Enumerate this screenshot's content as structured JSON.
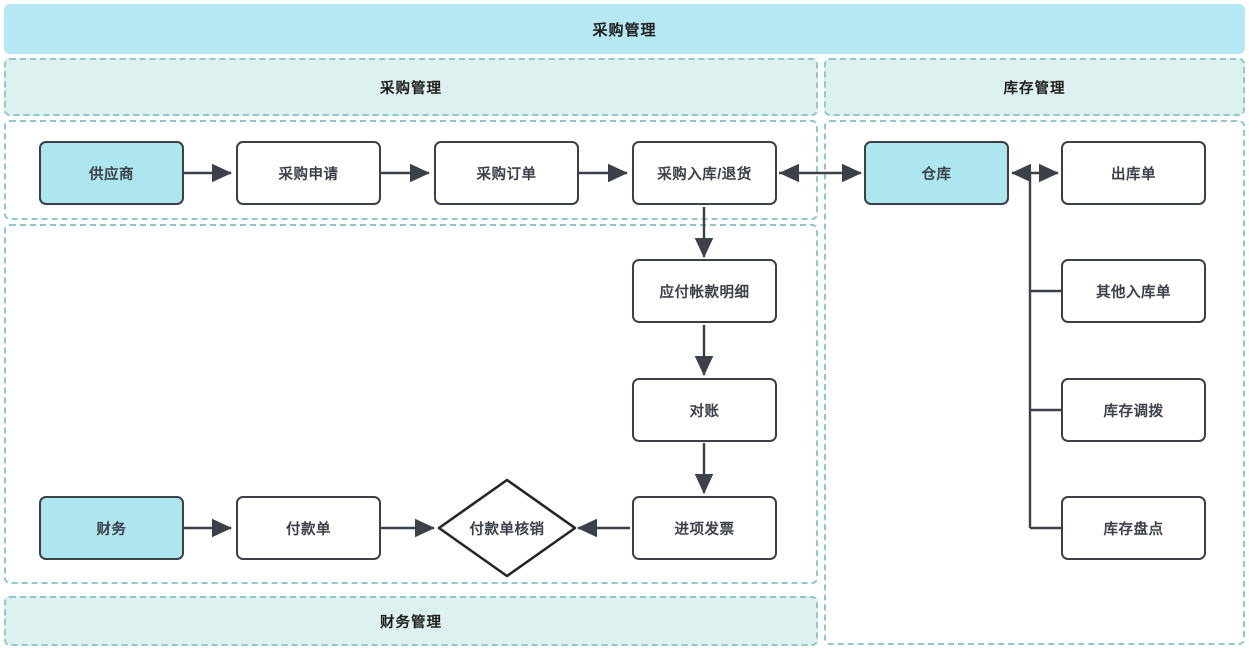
{
  "banner": {
    "title": "采购管理"
  },
  "groups": {
    "purchase_header": {
      "label": "采购管理"
    },
    "inventory_header": {
      "label": "库存管理"
    },
    "finance_footer": {
      "label": "财务管理"
    }
  },
  "nodes": {
    "supplier": {
      "label": "供应商",
      "accent": true
    },
    "purchase_request": {
      "label": "采购申请",
      "accent": false
    },
    "purchase_order": {
      "label": "采购订单",
      "accent": false
    },
    "receipt_return": {
      "label": "采购入库/退货",
      "accent": false
    },
    "warehouse": {
      "label": "仓库",
      "accent": true
    },
    "outbound_order": {
      "label": "出库单",
      "accent": false
    },
    "other_inbound": {
      "label": "其他入库单",
      "accent": false
    },
    "stock_transfer": {
      "label": "库存调拨",
      "accent": false
    },
    "stock_count": {
      "label": "库存盘点",
      "accent": false
    },
    "payable_detail": {
      "label": "应付帐款明细",
      "accent": false
    },
    "reconciliation": {
      "label": "对账",
      "accent": false
    },
    "finance": {
      "label": "财务",
      "accent": true
    },
    "payment_order": {
      "label": "付款单",
      "accent": false
    },
    "input_invoice": {
      "label": "进项发票",
      "accent": false
    },
    "payment_writeoff": {
      "label": "付款单核销",
      "accent": false
    }
  },
  "colors": {
    "banner_bg": "#b5e8f2",
    "group_label_bg": "#ddf1f0",
    "group_border": "#8fc9c9",
    "node_border": "#3b4049",
    "node_accent_bg": "#aee6ef",
    "edge": "#3b4049"
  }
}
